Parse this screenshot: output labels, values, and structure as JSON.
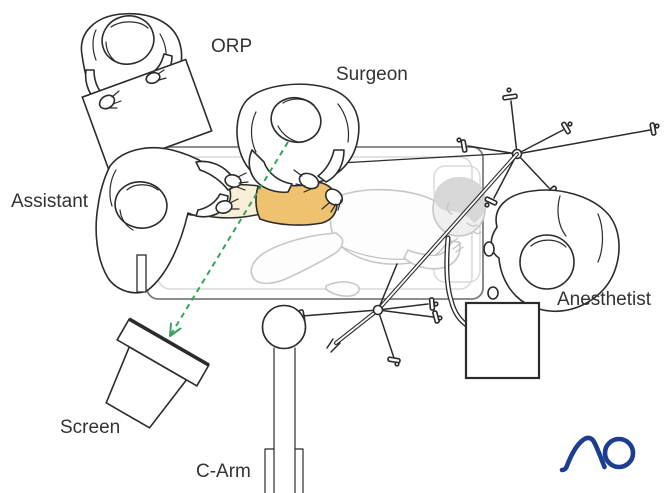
{
  "labels": {
    "orp": "ORP",
    "surgeon": "Surgeon",
    "assistant": "Assistant",
    "anesthetist": "Anesthetist",
    "screen": "Screen",
    "c_arm": "C-Arm"
  },
  "logo": {
    "text": "AO",
    "color": "#1d3d91"
  },
  "colors": {
    "sight_line": "#36a35c",
    "thigh_highlight": "#eec26f",
    "shin_highlight": "#f8efd9"
  }
}
